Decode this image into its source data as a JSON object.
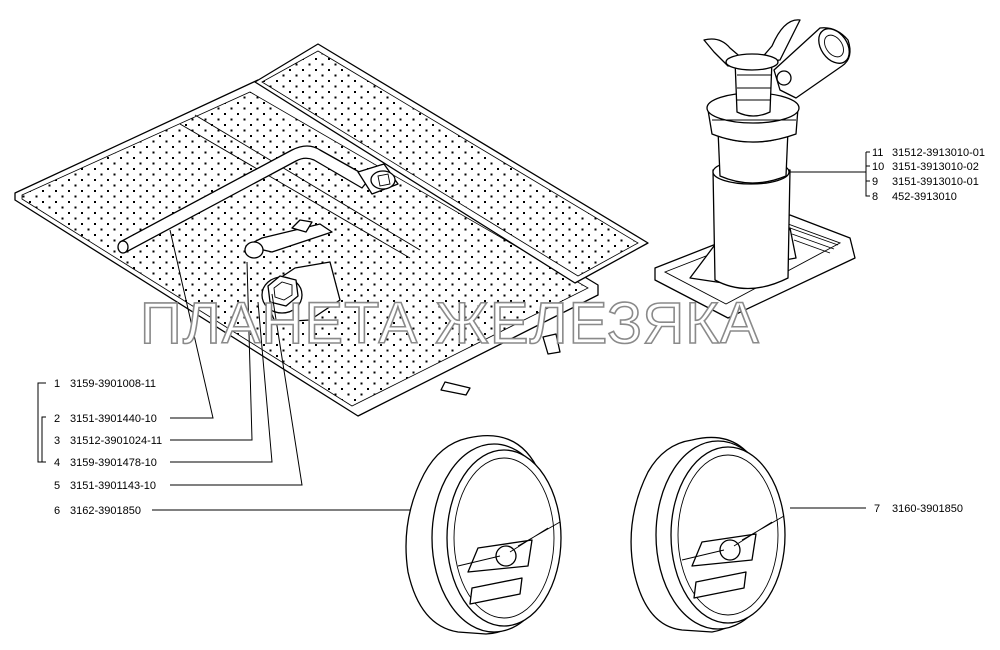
{
  "watermark": "ПЛАНЕТА ЖЕЛЕЗЯКА",
  "left_callouts": [
    {
      "num": "1",
      "code": "3159-3901008-11"
    },
    {
      "num": "2",
      "code": "3151-3901440-10"
    },
    {
      "num": "3",
      "code": "31512-3901024-11"
    },
    {
      "num": "4",
      "code": "3159-3901478-10"
    },
    {
      "num": "5",
      "code": "3151-3901143-10"
    },
    {
      "num": "6",
      "code": "3162-3901850"
    }
  ],
  "right_callouts": [
    {
      "num": "11",
      "code": "31512-3913010-01"
    },
    {
      "num": "10",
      "code": "3151-3913010-02"
    },
    {
      "num": "9",
      "code": "3151-3913010-01"
    },
    {
      "num": "8",
      "code": "452-3913010"
    }
  ],
  "cover_callout": {
    "num": "7",
    "code": "3160-3901850"
  }
}
